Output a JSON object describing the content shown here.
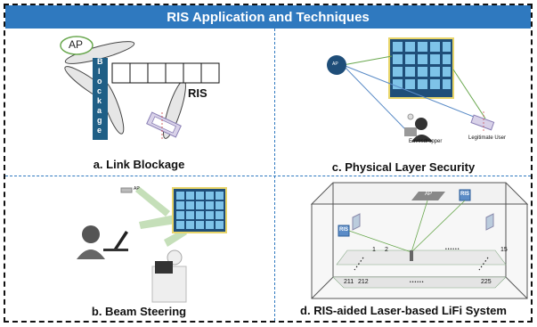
{
  "title": "RIS Application and Techniques",
  "panels": {
    "a": {
      "caption": "a. Link Blockage",
      "ap_label": "AP",
      "blockage_letters": [
        "B",
        "l",
        "o",
        "c",
        "k",
        "a",
        "g",
        "e"
      ],
      "ris_label": "RIS"
    },
    "b": {
      "caption": "b. Beam Steering",
      "ap_label": "AP"
    },
    "c": {
      "caption": "c.  Physical Layer Security",
      "ap_label": "AP",
      "eavesdropper_label": "Eavesdropper",
      "user_label": "Legitimate User"
    },
    "d": {
      "caption": "d. RIS-aided Laser-based LiFi System",
      "ap_label": "AP",
      "ris_label_top": "RIS",
      "ris_label_left": "RIS",
      "index_1": "1",
      "index_2": "2",
      "index_15": "15",
      "index_211": "211",
      "index_212": "212",
      "index_225": "225",
      "dots_row_top": "••••••",
      "dots_row_bottom": "••••••"
    }
  }
}
